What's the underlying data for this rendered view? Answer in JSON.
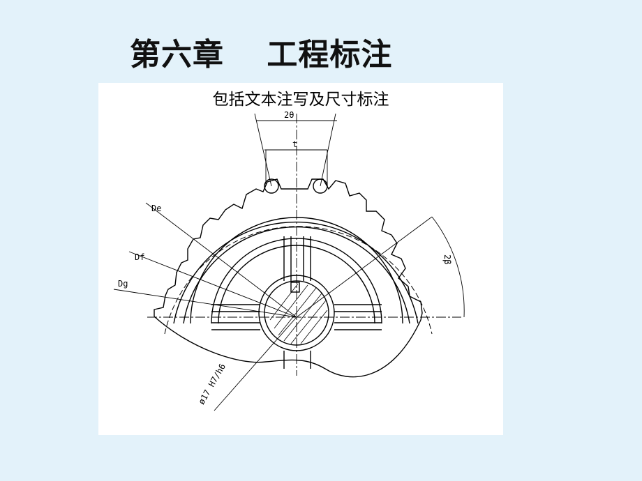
{
  "slide": {
    "title": "第六章　 工程标注",
    "subtitle": "包括文本注写及尺寸标注"
  },
  "drawing": {
    "labels": {
      "two_theta_top": "2θ",
      "pitch": "t",
      "tip_diameter": "De",
      "pitch_diameter": "Df",
      "root_diameter": "Dg",
      "two_beta": "2β",
      "bore_fit": "ø17 H7/h6"
    }
  }
}
